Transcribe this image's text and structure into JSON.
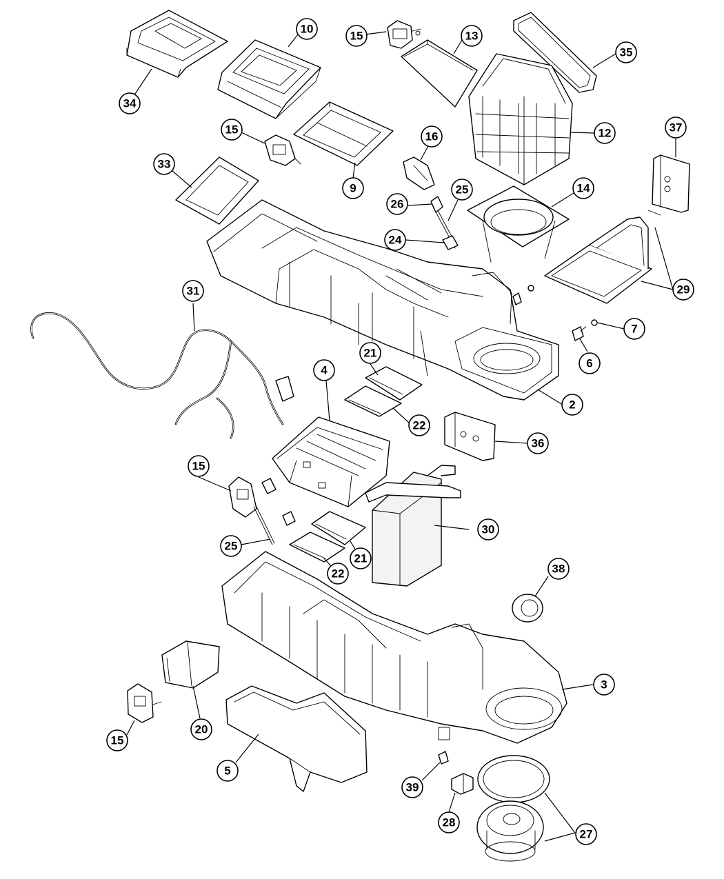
{
  "callouts": [
    {
      "id": "c1",
      "label": "10"
    },
    {
      "id": "c2",
      "label": "15"
    },
    {
      "id": "c3",
      "label": "13"
    },
    {
      "id": "c4",
      "label": "35"
    },
    {
      "id": "c5",
      "label": "34"
    },
    {
      "id": "c6",
      "label": "15"
    },
    {
      "id": "c7",
      "label": "16"
    },
    {
      "id": "c8",
      "label": "12"
    },
    {
      "id": "c9",
      "label": "37"
    },
    {
      "id": "c10",
      "label": "33"
    },
    {
      "id": "c11",
      "label": "9"
    },
    {
      "id": "c12",
      "label": "25"
    },
    {
      "id": "c13",
      "label": "14"
    },
    {
      "id": "c14",
      "label": "26"
    },
    {
      "id": "c15",
      "label": "24"
    },
    {
      "id": "c16",
      "label": "29"
    },
    {
      "id": "c17",
      "label": "31"
    },
    {
      "id": "c18",
      "label": "7"
    },
    {
      "id": "c19",
      "label": "21"
    },
    {
      "id": "c20",
      "label": "6"
    },
    {
      "id": "c21",
      "label": "4"
    },
    {
      "id": "c22",
      "label": "2"
    },
    {
      "id": "c23",
      "label": "22"
    },
    {
      "id": "c24",
      "label": "36"
    },
    {
      "id": "c25",
      "label": "15"
    },
    {
      "id": "c26",
      "label": "30"
    },
    {
      "id": "c27",
      "label": "25"
    },
    {
      "id": "c28",
      "label": "21"
    },
    {
      "id": "c29",
      "label": "22"
    },
    {
      "id": "c30",
      "label": "38"
    },
    {
      "id": "c31",
      "label": "3"
    },
    {
      "id": "c32",
      "label": "20"
    },
    {
      "id": "c33",
      "label": "15"
    },
    {
      "id": "c34",
      "label": "5"
    },
    {
      "id": "c35",
      "label": "39"
    },
    {
      "id": "c36",
      "label": "28"
    },
    {
      "id": "c37",
      "label": "27"
    }
  ]
}
